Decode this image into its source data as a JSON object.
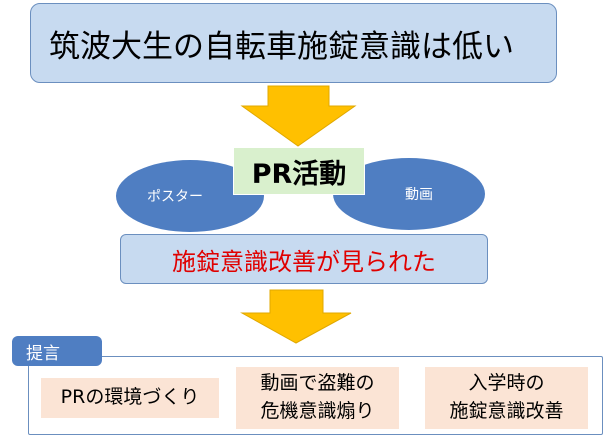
{
  "top_box": {
    "text": "筑波大生の自転車施錠意識は低い"
  },
  "ellipses": {
    "left": "ポスター",
    "right": "動画"
  },
  "pr_box": {
    "text": "PR活動"
  },
  "result_box": {
    "text": "施錠意識改善が見られた"
  },
  "proposals": {
    "tab_label": "提言",
    "items": [
      {
        "lines": [
          "PRの環境づくり"
        ]
      },
      {
        "lines": [
          "動画で盗難の",
          "危機意識煽り"
        ]
      },
      {
        "lines": [
          "入学時の",
          "施錠意識改善"
        ]
      }
    ]
  },
  "colors": {
    "light_blue": "#c7daf0",
    "mid_blue": "#4f7ec2",
    "light_green": "#d9f0cd",
    "arrow_yellow": "#ffc000",
    "peach": "#fbe4d5",
    "red_text": "#e00000"
  }
}
